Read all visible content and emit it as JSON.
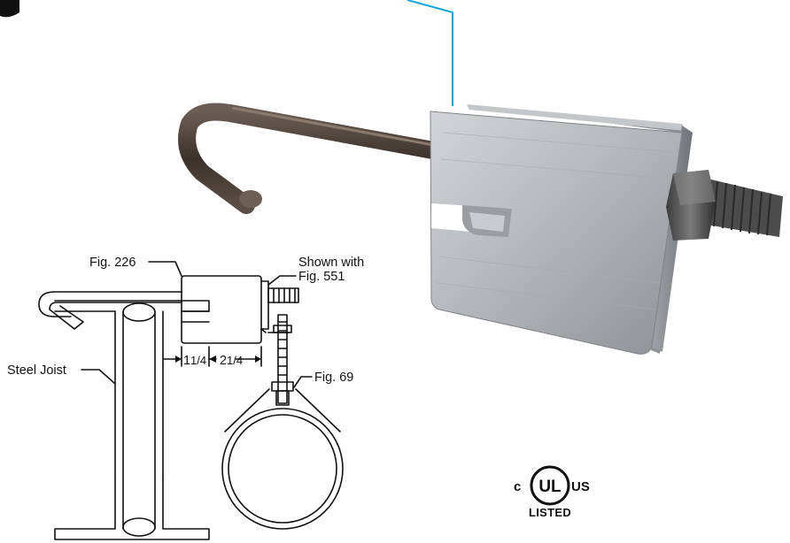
{
  "labels": {
    "fig_226": "Fig. 226",
    "shown_with_line1": "Shown with",
    "shown_with_line2": "Fig. 551",
    "steel_joist": "Steel Joist",
    "fig_69": "Fig. 69",
    "dim_1": "1",
    "dim_1_frac": "1/4",
    "dim_2": "2",
    "dim_2_frac": "1/4"
  },
  "ul_mark": {
    "c": "c",
    "ul": "UL",
    "us": "US",
    "listed": "LISTED"
  },
  "colors": {
    "accent_line": "#1aa7d8",
    "steel_light": "#b9bcbf",
    "steel_dark": "#6f7276",
    "rod": "#4a3f38"
  }
}
